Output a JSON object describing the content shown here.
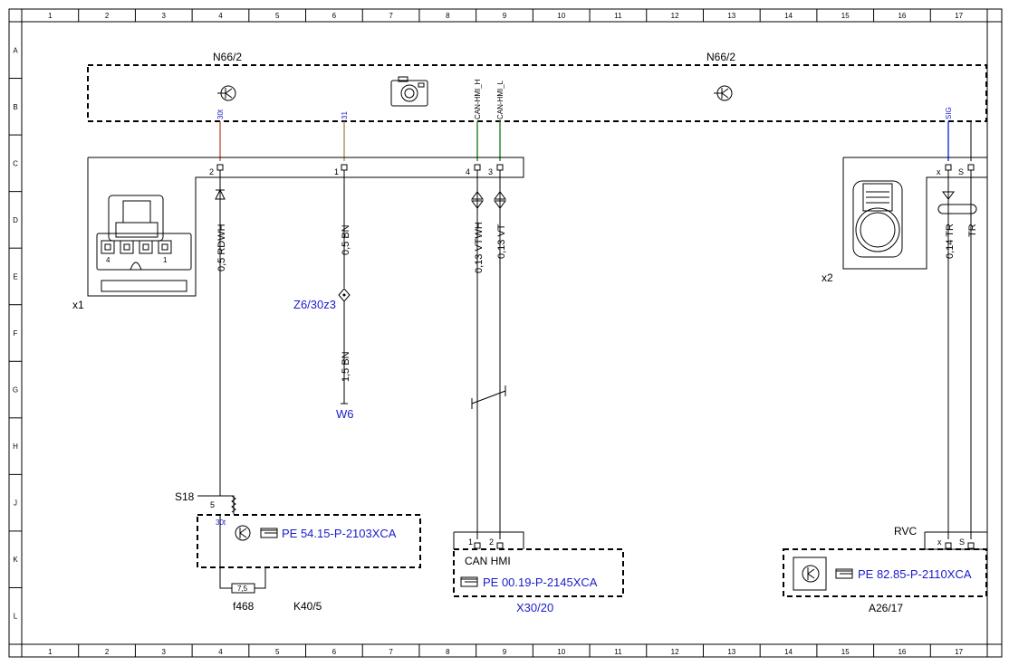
{
  "grid": {
    "columns": [
      "1",
      "2",
      "3",
      "4",
      "5",
      "6",
      "7",
      "8",
      "9",
      "10",
      "11",
      "12",
      "13",
      "14",
      "15",
      "16",
      "17"
    ],
    "rows": [
      "A",
      "B",
      "C",
      "D",
      "E",
      "F",
      "G",
      "H",
      "J",
      "K",
      "L"
    ]
  },
  "components": {
    "n66_left": "N66/2",
    "n66_right": "N66/2",
    "x1": "x1",
    "x2": "x2",
    "z6": "Z6/30z3",
    "w6": "W6",
    "s18": "S18",
    "f468": "f468",
    "fuse_value": "7,5",
    "k40": "K40/5",
    "x30": "X30/20",
    "a26": "A26/17",
    "rvc": "RVC",
    "can_hmi": "CAN HMI"
  },
  "signals": {
    "s30t": "30t",
    "s31": "31",
    "can_h": "CAN-HMI_H",
    "can_l": "CAN-HMI_L",
    "sig": "SIG",
    "s30t_k40": "30t"
  },
  "pins": {
    "x1_p2": "2",
    "x1_p1": "1",
    "x1_p4": "4",
    "x1_p3": "3",
    "x2_x": "x",
    "x2_s": "S",
    "s18_p5": "5",
    "x30_p1": "1",
    "x30_p2": "2",
    "a26_x": "x",
    "a26_s": "S",
    "plug_4": "4",
    "plug_1": "1"
  },
  "wires": {
    "rdwh": "0,5 RDWH",
    "bn05": "0,5 BN",
    "bn15": "1,5 BN",
    "vtwh": "0,13 VTWH",
    "vt": "0,13 VT",
    "tr014": "0,14 TR",
    "tr": "TR"
  },
  "references": {
    "k40_ref": "PE 54.15-P-2103XCA",
    "x30_ref": "PE 00.19-P-2145XCA",
    "a26_ref": "PE 82.85-P-2110XCA"
  },
  "colors": {
    "wire_red": "#c0392b",
    "wire_brown": "#a0784a",
    "wire_green": "#2e8b2e",
    "wire_blue": "#1f3fe0",
    "link_blue": "#1a1acc"
  }
}
